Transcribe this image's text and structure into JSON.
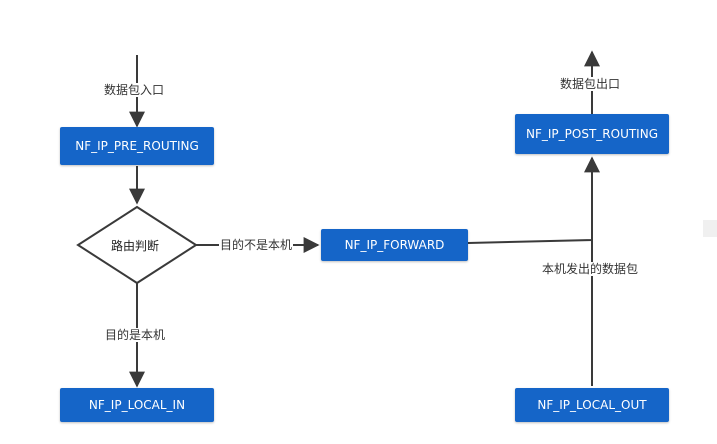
{
  "nodes": {
    "pre_routing": "NF_IP_PRE_ROUTING",
    "forward": "NF_IP_FORWARD",
    "post_routing": "NF_IP_POST_ROUTING",
    "local_in": "NF_IP_LOCAL_IN",
    "local_out": "NF_IP_LOCAL_OUT"
  },
  "decision": {
    "label": "路由判断"
  },
  "edges": {
    "packet_entry": "数据包入口",
    "packet_exit": "数据包出口",
    "not_local": "目的不是本机",
    "is_local": "目的是本机",
    "local_sent": "本机发出的数据包"
  },
  "colors": {
    "node_fill": "#1565c8",
    "line": "#3a3a3a"
  }
}
